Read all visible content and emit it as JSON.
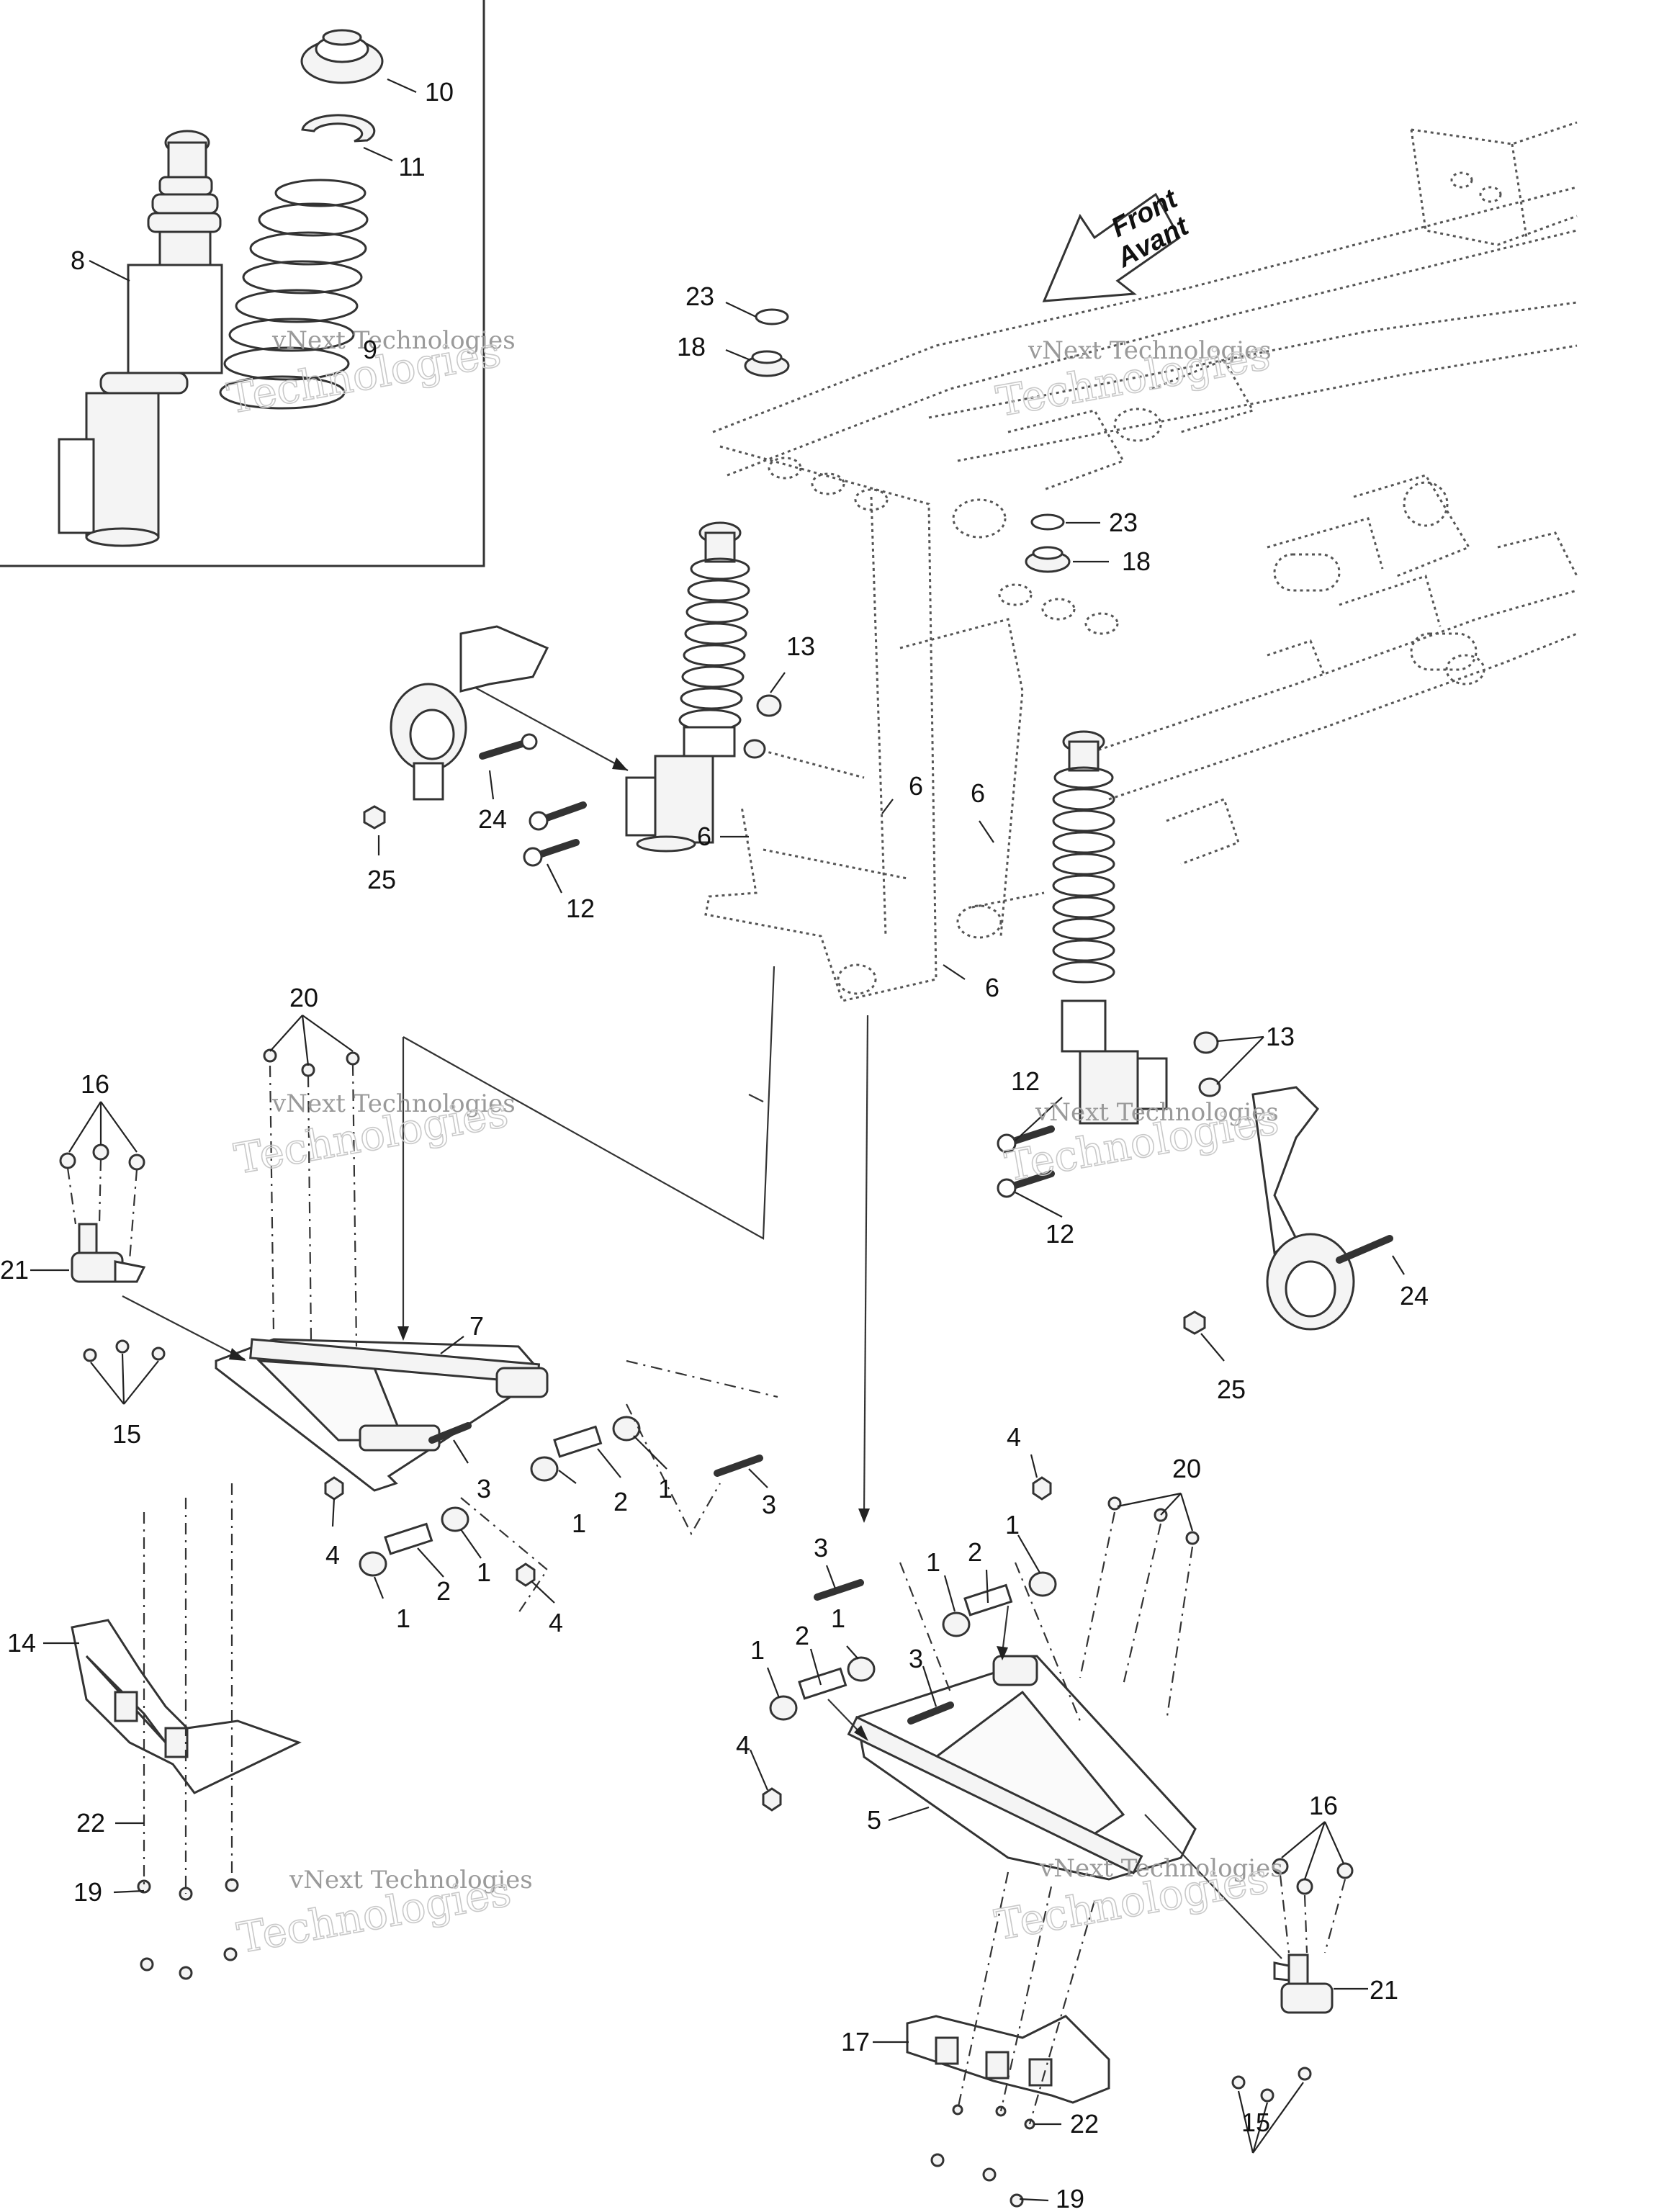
{
  "diagram": {
    "arrow_label": {
      "line1": "Front",
      "line2": "Avant"
    },
    "watermark": {
      "line1": "vNext Technologies",
      "line2": "Technologies"
    },
    "callouts": [
      {
        "id": "c-10",
        "label": "10"
      },
      {
        "id": "c-11",
        "label": "11"
      },
      {
        "id": "c-8",
        "label": "8"
      },
      {
        "id": "c-9",
        "label": "9"
      },
      {
        "id": "c-23a",
        "label": "23"
      },
      {
        "id": "c-18a",
        "label": "18"
      },
      {
        "id": "c-23b",
        "label": "23"
      },
      {
        "id": "c-18b",
        "label": "18"
      },
      {
        "id": "c-13a",
        "label": "13"
      },
      {
        "id": "c-24a",
        "label": "24"
      },
      {
        "id": "c-25a",
        "label": "25"
      },
      {
        "id": "c-12a",
        "label": "12"
      },
      {
        "id": "c-6a",
        "label": "6"
      },
      {
        "id": "c-6b",
        "label": "6"
      },
      {
        "id": "c-6c",
        "label": "6"
      },
      {
        "id": "c-6d",
        "label": "6"
      },
      {
        "id": "c-20a",
        "label": "20"
      },
      {
        "id": "c-16a",
        "label": "16"
      },
      {
        "id": "c-21a",
        "label": "21"
      },
      {
        "id": "c-15a",
        "label": "15"
      },
      {
        "id": "c-7",
        "label": "7"
      },
      {
        "id": "c-3a",
        "label": "3"
      },
      {
        "id": "c-1a",
        "label": "1"
      },
      {
        "id": "c-2a",
        "label": "2"
      },
      {
        "id": "c-1b",
        "label": "1"
      },
      {
        "id": "c-3b",
        "label": "3"
      },
      {
        "id": "c-4a",
        "label": "4"
      },
      {
        "id": "c-1c",
        "label": "1"
      },
      {
        "id": "c-2b",
        "label": "2"
      },
      {
        "id": "c-1d",
        "label": "1"
      },
      {
        "id": "c-4b",
        "label": "4"
      },
      {
        "id": "c-14",
        "label": "14"
      },
      {
        "id": "c-22a",
        "label": "22"
      },
      {
        "id": "c-19a",
        "label": "19"
      },
      {
        "id": "c-13b",
        "label": "13"
      },
      {
        "id": "c-12b",
        "label": "12"
      },
      {
        "id": "c-12c",
        "label": "12"
      },
      {
        "id": "c-24b",
        "label": "24"
      },
      {
        "id": "c-25b",
        "label": "25"
      },
      {
        "id": "c-4c",
        "label": "4"
      },
      {
        "id": "c-20b",
        "label": "20"
      },
      {
        "id": "c-3c",
        "label": "3"
      },
      {
        "id": "c-1e",
        "label": "1"
      },
      {
        "id": "c-2c",
        "label": "2"
      },
      {
        "id": "c-1f",
        "label": "1"
      },
      {
        "id": "c-1g",
        "label": "1"
      },
      {
        "id": "c-2d",
        "label": "2"
      },
      {
        "id": "c-1h",
        "label": "1"
      },
      {
        "id": "c-3d",
        "label": "3"
      },
      {
        "id": "c-4d",
        "label": "4"
      },
      {
        "id": "c-5",
        "label": "5"
      },
      {
        "id": "c-16b",
        "label": "16"
      },
      {
        "id": "c-21b",
        "label": "21"
      },
      {
        "id": "c-17",
        "label": "17"
      },
      {
        "id": "c-15b",
        "label": "15"
      },
      {
        "id": "c-22b",
        "label": "22"
      },
      {
        "id": "c-19b",
        "label": "19"
      }
    ]
  }
}
